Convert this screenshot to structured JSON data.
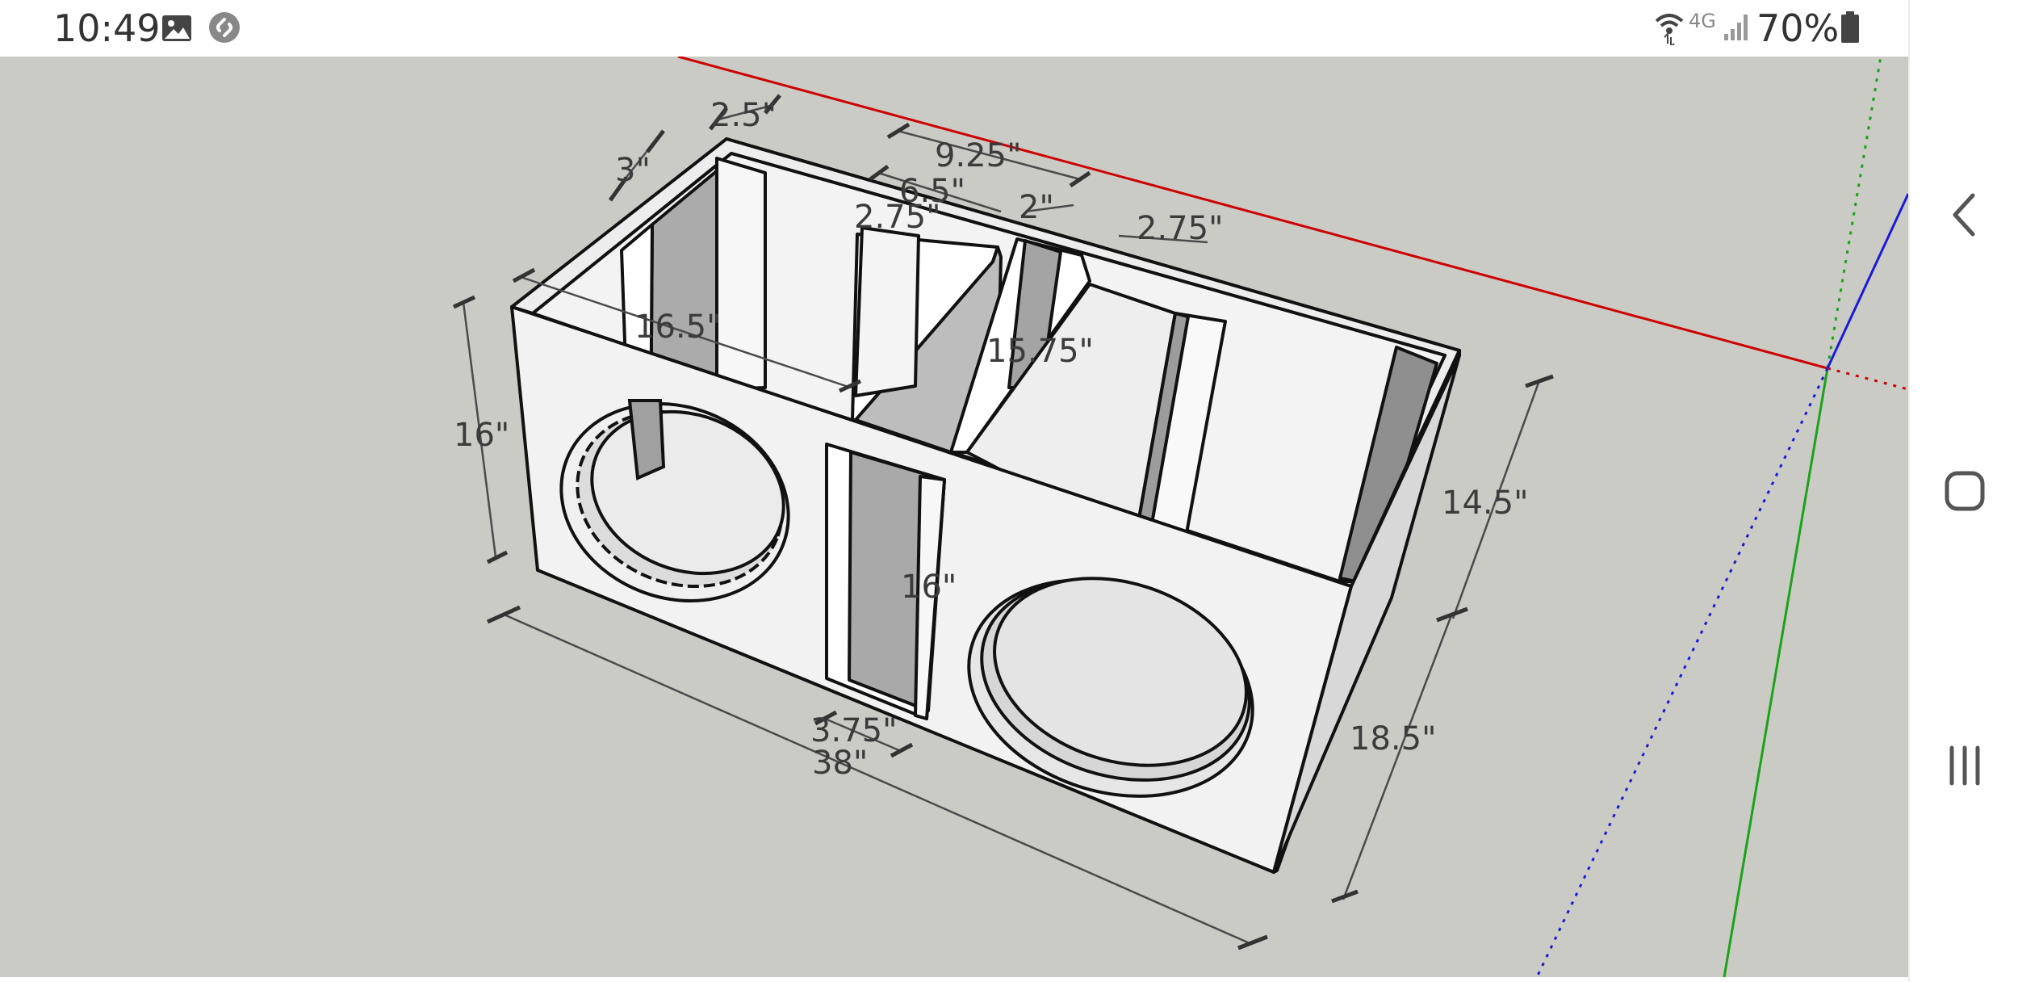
{
  "status_bar": {
    "time": "10:49",
    "left_icons": [
      "gallery-icon",
      "shazam-icon"
    ],
    "right_icons": [
      "wifi-icon",
      "signal-icon",
      "battery-icon"
    ],
    "network_label": "4G",
    "battery": "70%"
  },
  "nav_bar": {
    "buttons": [
      "back-icon",
      "home-icon",
      "recents-icon"
    ]
  },
  "model": {
    "dimensions": {
      "height_front": "16\"",
      "depth": "16.5\"",
      "width_total": "38\"",
      "port_width": "3.75\"",
      "depth_side": "18.5\"",
      "height_side": "14.5\"",
      "top_3": "3\"",
      "top_2_5": "2.5\"",
      "top_9_25": "9.25\"",
      "top_6_5": "6.5\"",
      "top_2_75_left": "2.75\"",
      "top_2": "2\"",
      "top_2_75_right": "2.75\"",
      "inner_15_75": "15.75\"",
      "port_16": "16\""
    },
    "colors": {
      "background": "#cbcbc6",
      "panel": "#f2f2f2",
      "shadow": "#a8a8a8",
      "outline": "#111111",
      "axis_red": "#cc0000",
      "axis_green": "#1aa31a",
      "axis_blue": "#1b1bd6"
    }
  }
}
